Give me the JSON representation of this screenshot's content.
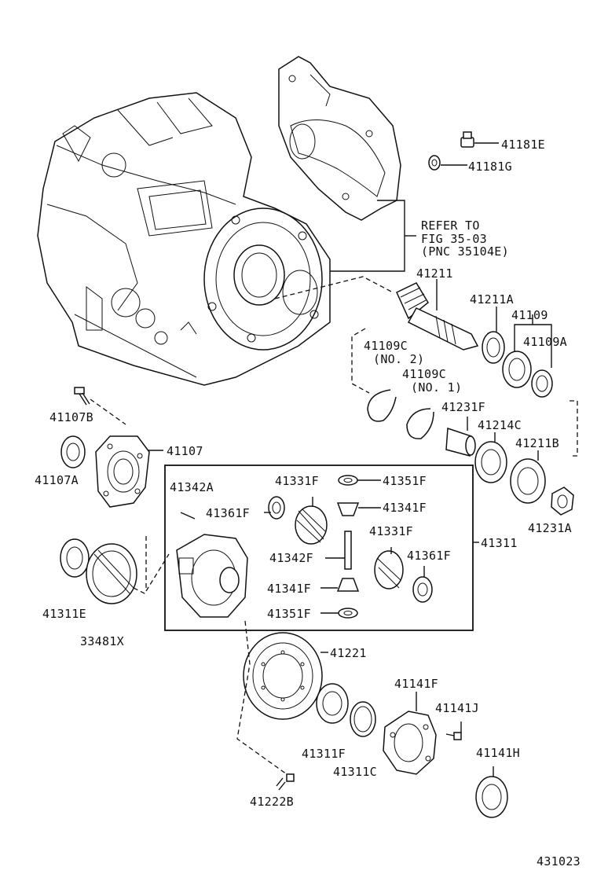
{
  "refer": {
    "line1": "REFER TO",
    "line2": "FIG 35-03",
    "line3": "(PNC 35104E)"
  },
  "labels": {
    "p41181E": "41181E",
    "p41181G": "41181G",
    "p41211": "41211",
    "p41211A": "41211A",
    "p41109": "41109",
    "p41109A": "41109A",
    "p41109C_1": "41109C",
    "no2": "(NO. 2)",
    "p41109C_2": "41109C",
    "no1": "(NO. 1)",
    "p41231F": "41231F",
    "p41214C": "41214C",
    "p41211B": "41211B",
    "p41231A": "41231A",
    "p41107B": "41107B",
    "p41107": "41107",
    "p41107A": "41107A",
    "p41342A": "41342A",
    "p41361F_1": "41361F",
    "p41331F_1": "41331F",
    "p41351F_1": "41351F",
    "p41341F_1": "41341F",
    "p41311": "41311",
    "p41331F_2": "41331F",
    "p41342F": "41342F",
    "p41361F_2": "41361F",
    "p41341F_2": "41341F",
    "p41351F_2": "41351F",
    "p41311E": "41311E",
    "p33481X": "33481X",
    "p41221": "41221",
    "p41141F": "41141F",
    "p41141J": "41141J",
    "p41311F": "41311F",
    "p41311C": "41311C",
    "p41141H": "41141H",
    "p41222B": "41222B",
    "fig": "431023"
  }
}
